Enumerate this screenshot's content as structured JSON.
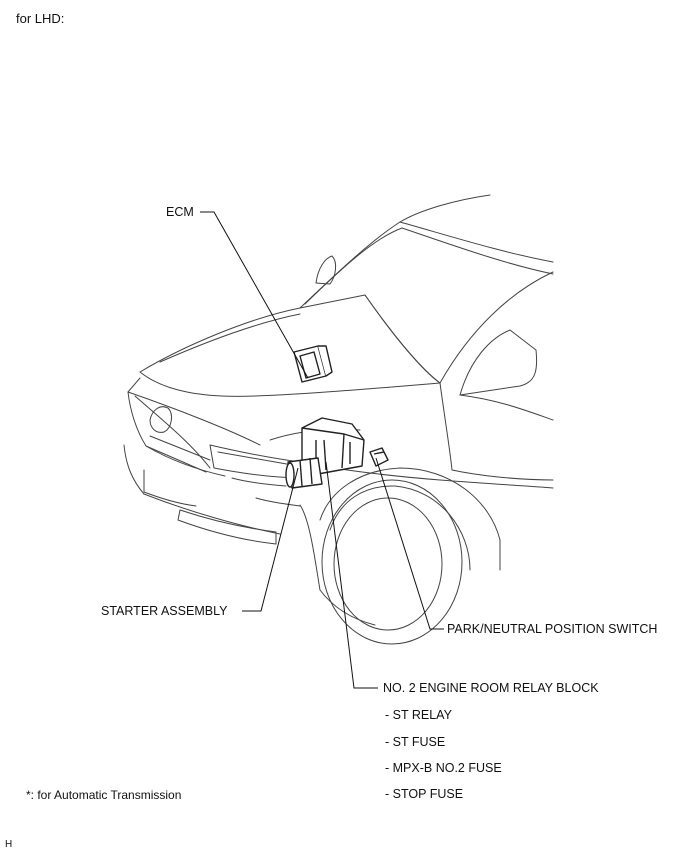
{
  "header": {
    "variant_label": "for LHD:"
  },
  "callouts": {
    "ecm": "ECM",
    "starter": "STARTER ASSEMBLY",
    "park_neutral": "PARK/NEUTRAL POSITION SWITCH",
    "relay_block": "NO. 2 ENGINE ROOM RELAY BLOCK",
    "relay_block_items": [
      "- ST RELAY",
      "- ST FUSE",
      "- MPX-B NO.2 FUSE",
      "- STOP FUSE"
    ]
  },
  "footnote": "*: for Automatic Transmission",
  "corner_mark": "H"
}
